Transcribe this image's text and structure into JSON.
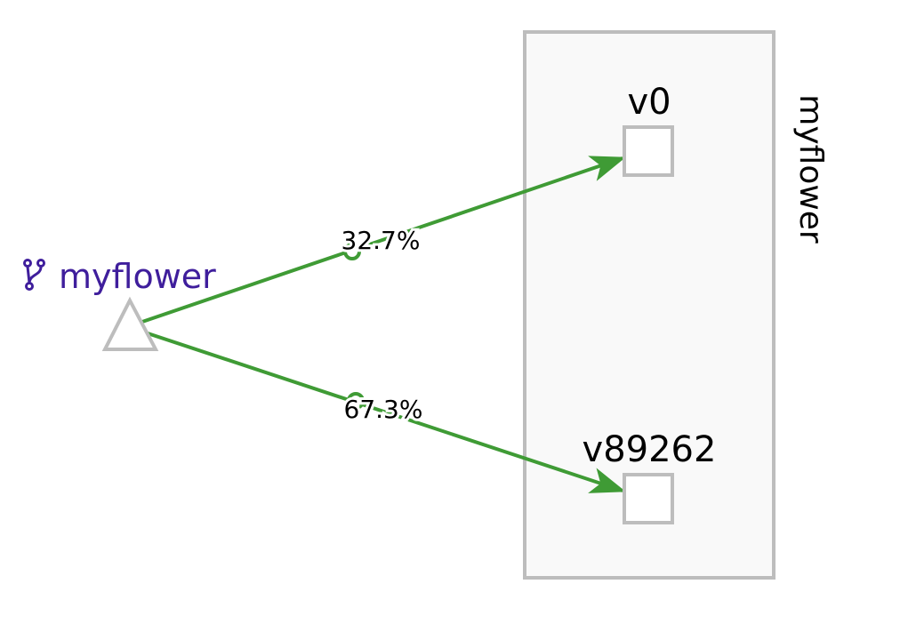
{
  "source": {
    "label": "myflower",
    "icon": "fork-icon"
  },
  "container": {
    "label": "myflower"
  },
  "versions": [
    {
      "label": "v0"
    },
    {
      "label": "v89262"
    }
  ],
  "edges": [
    {
      "percent": "32.7%"
    },
    {
      "percent": "67.3%"
    }
  ],
  "colors": {
    "edge": "#3f9b35",
    "source_text": "#3f1e9c",
    "node_stroke": "#bdbdbd",
    "container_fill": "#f9f9f9"
  }
}
